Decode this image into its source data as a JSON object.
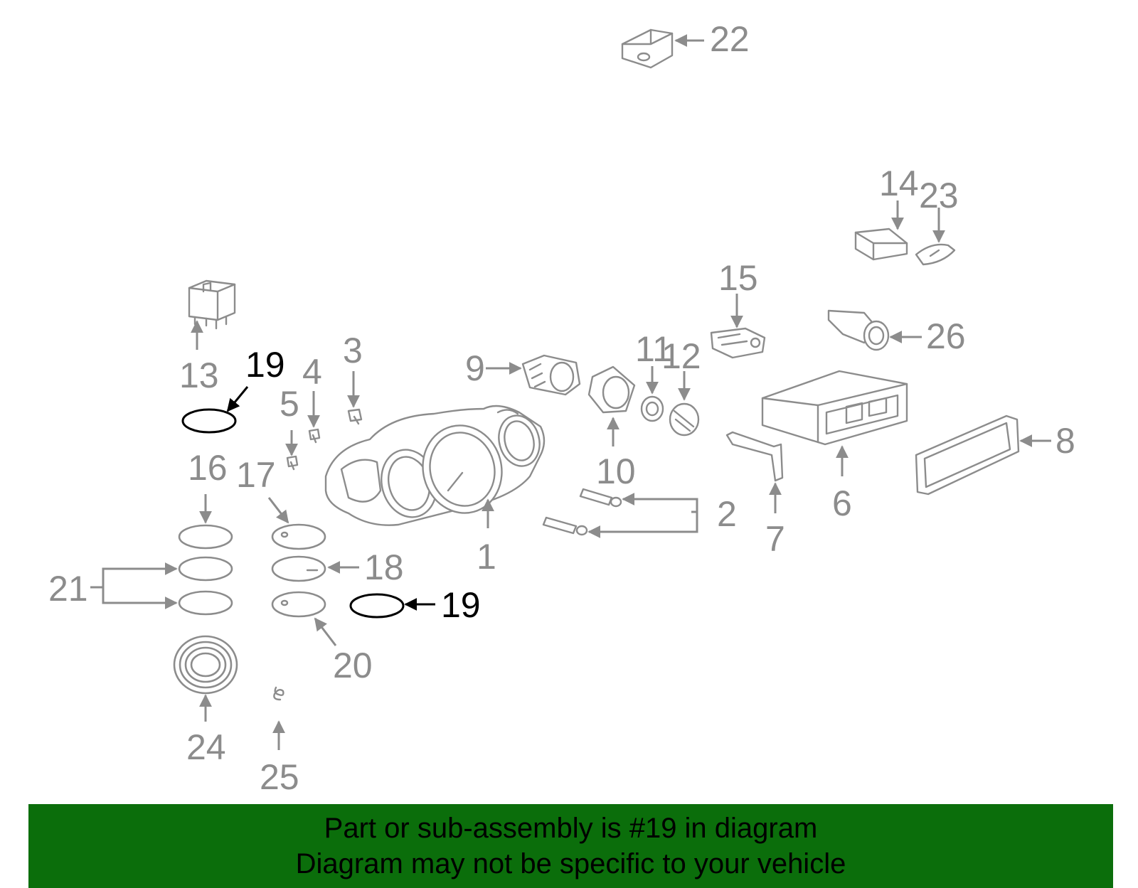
{
  "colors": {
    "footer_background": "#0b6e0b",
    "part_gray": "#8c8c8c",
    "highlight": "#000000"
  },
  "callouts": {
    "c1": "1",
    "c2": "2",
    "c3": "3",
    "c4": "4",
    "c5": "5",
    "c6": "6",
    "c7": "7",
    "c8": "8",
    "c9": "9",
    "c10": "10",
    "c11": "11",
    "c12": "12",
    "c13": "13",
    "c14": "14",
    "c15": "15",
    "c16": "16",
    "c17": "17",
    "c18": "18",
    "c19a": "19",
    "c19b": "19",
    "c20": "20",
    "c21": "21",
    "c22": "22",
    "c23": "23",
    "c24": "24",
    "c25": "25",
    "c26": "26"
  },
  "highlighted_part": "19",
  "footer": {
    "line1": "Part or sub-assembly is #19 in diagram",
    "line2": "Diagram may not be specific to your vehicle"
  }
}
